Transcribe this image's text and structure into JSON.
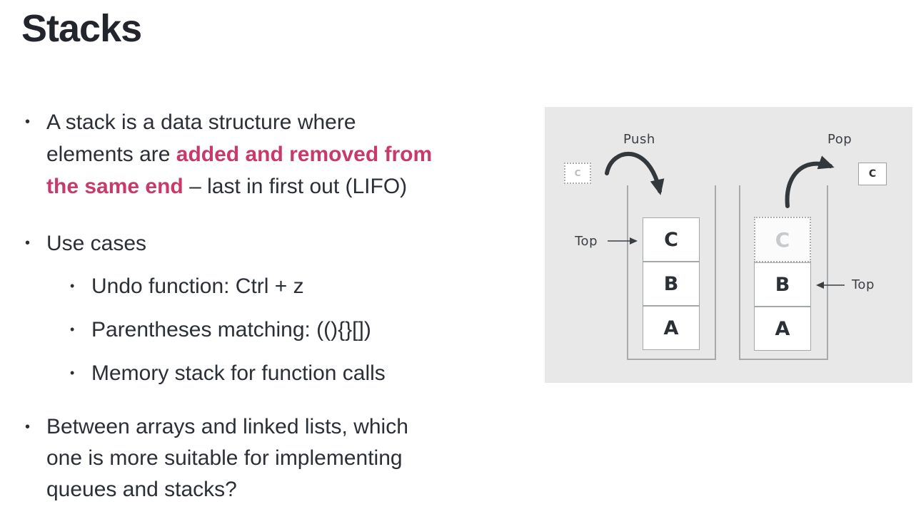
{
  "title": "Stacks",
  "glyphs": {
    "bullet": "•"
  },
  "colors": {
    "text": "#2b2f36",
    "highlight": "#c73a6a",
    "panel_background": "#e8e8e9",
    "arrow": "#33383d",
    "box_border": "#a3a8ab"
  },
  "bullets": {
    "stack_def": {
      "lines": [
        {
          "segments": [
            {
              "text": "A stack is a data structure where",
              "highlight": false
            }
          ]
        },
        {
          "segments": [
            {
              "text": "elements are ",
              "highlight": false
            },
            {
              "text": "added and removed from",
              "highlight": true
            }
          ]
        },
        {
          "segments": [
            {
              "text": "the same end",
              "highlight": true
            },
            {
              "text": " – last in first out (LIFO)",
              "highlight": false
            }
          ]
        }
      ]
    },
    "use_cases": {
      "label": "Use cases",
      "items": [
        "Undo function: Ctrl + z",
        "Parentheses matching: ((){}[])",
        "Memory stack for function calls"
      ]
    },
    "question": {
      "lines": [
        "Between arrays and linked lists, which",
        "one is more suitable for implementing",
        "queues and stacks?"
      ]
    }
  },
  "diagram": {
    "push_label": "Push",
    "pop_label": "Pop",
    "top_label_left": "Top",
    "top_label_right": "Top",
    "incoming_item_label": "C",
    "popped_item_label": "C",
    "left_stack_cells": [
      "C",
      "B",
      "A"
    ],
    "right_stack_ghost_cell": "C",
    "right_stack_cells": [
      "B",
      "A"
    ]
  }
}
